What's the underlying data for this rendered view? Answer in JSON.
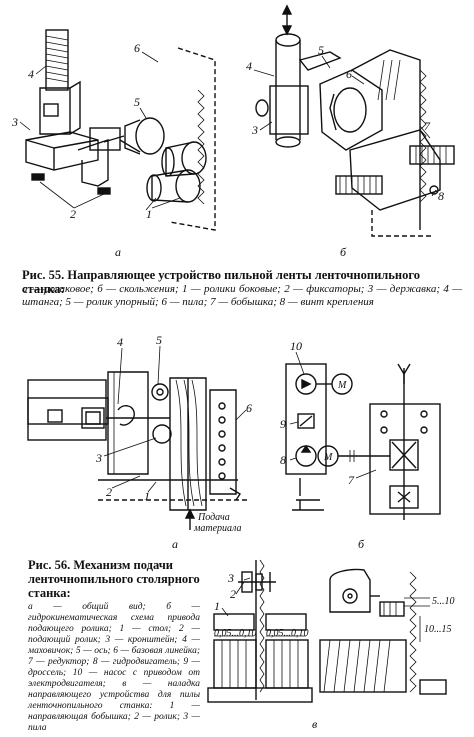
{
  "fig55": {
    "panel_a_label": "а",
    "panel_b_label": "б",
    "callouts_a": [
      "1",
      "2",
      "3",
      "4",
      "5",
      "6"
    ],
    "callouts_b": [
      "3",
      "4",
      "5",
      "6",
      "7",
      "8"
    ],
    "caption": "Рис. 55. Направляющее устройство пильной ленты ленточнопильного станка:",
    "legend": "а — роликовое; б — скольжения; 1 — ролики боковые; 2 — фиксаторы; 3 — державка; 4 — штанга; 5 — ролик упорный; 6 — пила; 7 — бобышка; 8 — винт крепления"
  },
  "fig56": {
    "panel_a_label": "а",
    "panel_b_label": "б",
    "panel_c_label": "в",
    "callouts_a": [
      "1",
      "2",
      "3",
      "4",
      "5",
      "6"
    ],
    "callouts_b": [
      "7",
      "8",
      "9",
      "10"
    ],
    "callouts_c": [
      "1",
      "2",
      "3"
    ],
    "feed_label_line1": "Подача",
    "feed_label_line2": "материала",
    "motor_symbol": "М",
    "dims": [
      "5...10",
      "10...15",
      "0,05...0,10",
      "0,05...0,10"
    ],
    "caption": "Рис. 56. Механизм подачи ленточнопильного столярного станка:",
    "legend": "а — общий вид; б — гидрокинематическая схема привода подающего ролика; 1 — стол; 2 — подающий ролик; 3 — кронштейн; 4 — маховичок; 5 — ось; 6 — базовая линейка; 7 — редуктор; 8 — гидродвигатель; 9 — дроссель; 10 — насос с приводом от электродвигателя; в — наладка направляющего устройства для пилы ленточнопильного станка: 1 — направляющая бобышка; 2 — ролик; 3 — пила"
  }
}
